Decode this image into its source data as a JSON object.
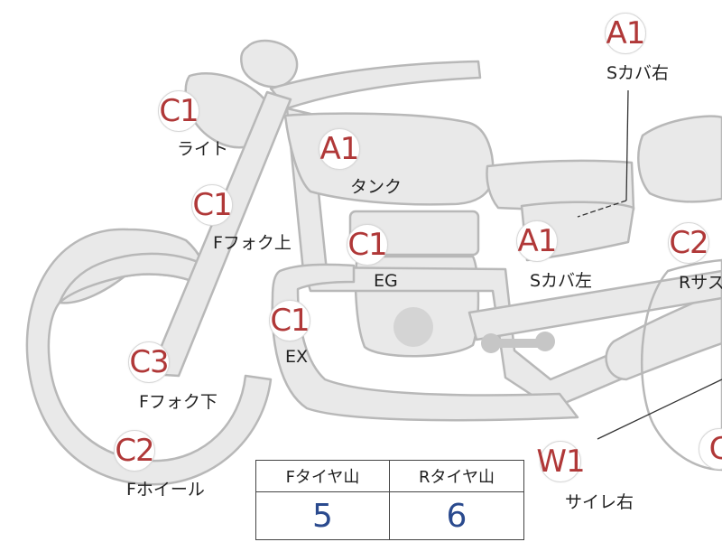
{
  "markers": [
    {
      "id": "light",
      "code": "C1",
      "label": "ライト"
    },
    {
      "id": "tank",
      "code": "A1",
      "label": "タンク"
    },
    {
      "id": "f-fork-upper",
      "code": "C1",
      "label": "Fフォク上"
    },
    {
      "id": "eg",
      "code": "C1",
      "label": "EG"
    },
    {
      "id": "s-cover-left",
      "code": "A1",
      "label": "Sカバ左"
    },
    {
      "id": "s-cover-right",
      "code": "A1",
      "label": "Sカバ右"
    },
    {
      "id": "r-sus",
      "code": "C2",
      "label": "Rサス"
    },
    {
      "id": "ex",
      "code": "C1",
      "label": "EX"
    },
    {
      "id": "f-fork-lower",
      "code": "C3",
      "label": "Fフォク下"
    },
    {
      "id": "f-wheel",
      "code": "C2",
      "label": "Fホイール"
    },
    {
      "id": "silencer-right",
      "code": "W1",
      "label": "サイレ右"
    },
    {
      "id": "rear-partial",
      "code": "C",
      "label": ""
    }
  ],
  "tire_table": {
    "f_header": "Fタイヤ山",
    "r_header": "Rタイヤ山",
    "f_value": "5",
    "r_value": "6"
  },
  "colors": {
    "badge_text": "#b03838",
    "value_text": "#2a4a8e",
    "bike_fill": "#e8e8e8",
    "bike_stroke": "#b4b4b4"
  }
}
